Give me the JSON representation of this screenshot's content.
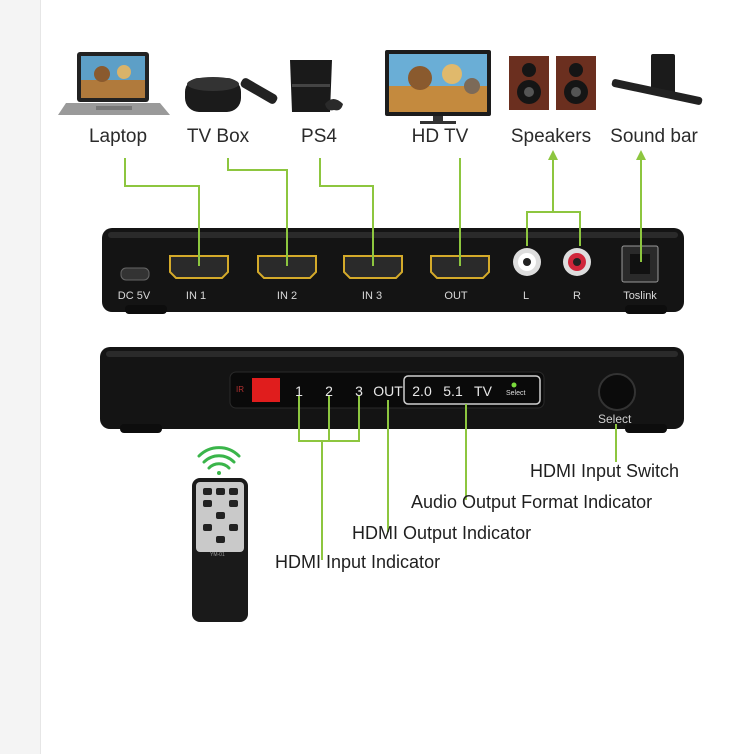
{
  "devices": [
    {
      "label": "Laptop",
      "icon": "laptop-icon"
    },
    {
      "label": "TV Box",
      "icon": "tv-box-icon"
    },
    {
      "label": "PS4",
      "icon": "console-icon"
    },
    {
      "label": "HD TV",
      "icon": "tv-icon"
    },
    {
      "label": "Speakers",
      "icon": "speakers-icon"
    },
    {
      "label": "Sound bar",
      "icon": "soundbar-icon"
    }
  ],
  "rear_panel": {
    "ports": [
      "DC 5V",
      "IN 1",
      "IN 2",
      "IN 3",
      "OUT",
      "L",
      "R",
      "Toslink"
    ]
  },
  "front_panel": {
    "ir_label": "IR",
    "inputs": [
      "1",
      "2",
      "3"
    ],
    "output": "OUT",
    "audio": [
      "2.0",
      "5.1",
      "TV"
    ],
    "select_small": "Select",
    "select_button": "Select"
  },
  "remote": {
    "label": "YM-01"
  },
  "callouts": {
    "switch": "HDMI Input Switch",
    "audio_format": "Audio Output Format Indicator",
    "output": "HDMI Output Indicator",
    "input": "HDMI Input Indicator"
  },
  "colors": {
    "connector": "#8dc63f",
    "device_body": "#1c1c1c",
    "ir_window": "#e01d1d"
  }
}
